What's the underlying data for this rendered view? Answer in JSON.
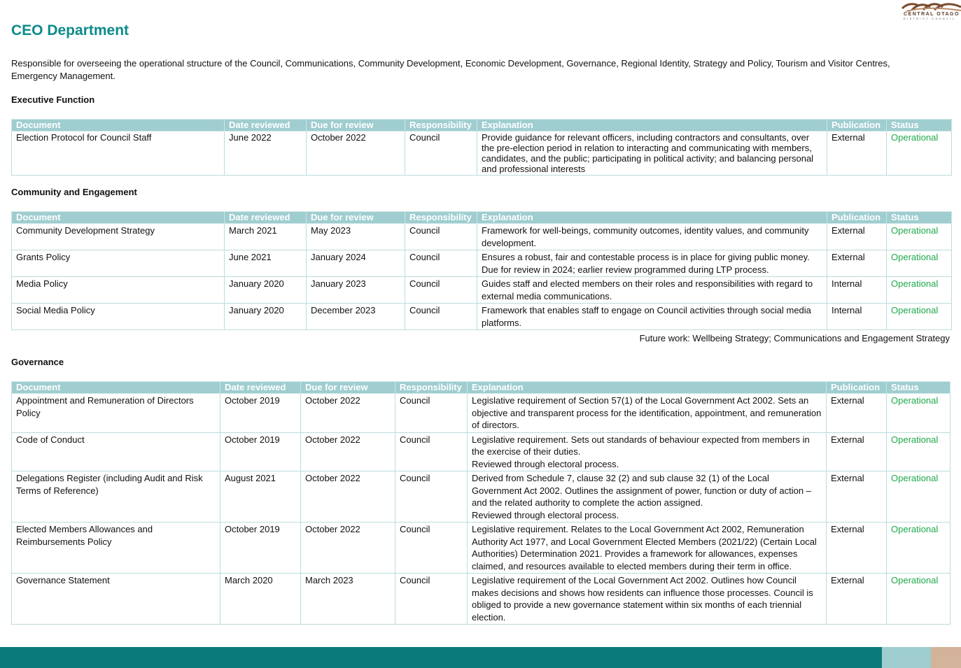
{
  "logo": {
    "name": "CENTRAL OTAGO",
    "sub": "DISTRICT COUNCIL"
  },
  "page_title": "CEO Department",
  "intro": "Responsible for overseeing the operational structure of the Council, Communications, Community Development, Economic Development, Governance, Regional Identity, Strategy and Policy, Tourism and Visitor Centres, Emergency Management.",
  "headers": {
    "document": "Document",
    "date_reviewed": "Date reviewed",
    "due_for_review": "Due for review",
    "responsibility": "Responsibility",
    "explanation": "Explanation",
    "publication": "Publication",
    "status": "Status"
  },
  "sections": {
    "executive": {
      "title": "Executive Function",
      "rows": [
        {
          "document": "Election Protocol for Council Staff",
          "date_reviewed": "June 2022",
          "due_for_review": "October 2022",
          "responsibility": "Council",
          "explanation": "Provide guidance for relevant officers, including contractors and consultants, over the pre-election period in relation to interacting and communicating with members, candidates, and the public; participating in political activity; and balancing personal and professional interests",
          "publication": "External",
          "status": "Operational"
        }
      ]
    },
    "community": {
      "title": "Community and Engagement",
      "rows": [
        {
          "document": "Community Development Strategy",
          "date_reviewed": "March 2021",
          "due_for_review": "May 2023",
          "responsibility": "Council",
          "explanation": "Framework for well-beings, community outcomes, identity values, and community development.",
          "publication": "External",
          "status": "Operational"
        },
        {
          "document": "Grants Policy",
          "date_reviewed": "June 2021",
          "due_for_review": "January 2024",
          "responsibility": "Council",
          "explanation": "Ensures a robust, fair and contestable process is in place for giving public money. Due for review in 2024; earlier review programmed during LTP process.",
          "publication": "External",
          "status": "Operational"
        },
        {
          "document": "Media Policy",
          "date_reviewed": "January 2020",
          "due_for_review": "January 2023",
          "responsibility": "Council",
          "explanation": "Guides staff and elected members on their roles and responsibilities with regard to external media communications.",
          "publication": "Internal",
          "status": "Operational"
        },
        {
          "document": "Social Media Policy",
          "date_reviewed": "January 2020",
          "due_for_review": "December 2023",
          "responsibility": "Council",
          "explanation": "Framework that enables staff to engage on Council activities through social media platforms.",
          "publication": "Internal",
          "status": "Operational"
        }
      ],
      "future_work": "Future work: Wellbeing Strategy; Communications and Engagement Strategy"
    },
    "governance": {
      "title": "Governance",
      "rows": [
        {
          "document": "Appointment and Remuneration of Directors Policy",
          "date_reviewed": "October 2019",
          "due_for_review": "October 2022",
          "responsibility": "Council",
          "explanation": "Legislative requirement of Section 57(1) of the Local Government Act 2002. Sets an objective and transparent process for the identification, appointment, and remuneration of directors.",
          "publication": "External",
          "status": "Operational"
        },
        {
          "document": "Code of Conduct",
          "date_reviewed": "October 2019",
          "due_for_review": "October 2022",
          "responsibility": "Council",
          "explanation": "Legislative requirement. Sets out standards of behaviour expected from members in the exercise of their duties.\nReviewed through electoral process.",
          "publication": "External",
          "status": "Operational"
        },
        {
          "document": "Delegations Register (including Audit and Risk Terms of Reference)",
          "date_reviewed": "August 2021",
          "due_for_review": "October 2022",
          "responsibility": "Council",
          "explanation": "Derived from Schedule 7, clause 32 (2) and sub clause 32 (1) of the Local Government Act 2002. Outlines the assignment of power, function or duty of action – and the related authority to complete the action assigned.\nReviewed through electoral process.",
          "publication": "External",
          "status": "Operational"
        },
        {
          "document": "Elected Members Allowances and Reimbursements Policy",
          "date_reviewed": "October 2019",
          "due_for_review": "October 2022",
          "responsibility": "Council",
          "explanation": "Legislative requirement. Relates to the Local Government Act 2002, Remuneration Authority Act 1977, and Local Government Elected Members (2021/22) (Certain Local Authorities) Determination 2021. Provides a framework for allowances, expenses claimed, and resources available to elected members during their term in office.",
          "publication": "External",
          "status": "Operational"
        },
        {
          "document": "Governance Statement",
          "date_reviewed": "March 2020",
          "due_for_review": "March 2023",
          "responsibility": "Council",
          "explanation": "Legislative requirement of the Local Government Act 2002. Outlines how Council makes decisions and shows how residents can influence those processes. Council is obliged to provide a new governance statement within six months of each triennial election.",
          "publication": "External",
          "status": "Operational"
        }
      ]
    }
  },
  "colors": {
    "heading": "#0e8a8a",
    "table_header": "#9fcdd0",
    "status": "#1ea94a",
    "footer": "#0a7a7a",
    "footer_accent_1": "#9fcdd0",
    "footer_accent_2": "#d3b39a"
  }
}
